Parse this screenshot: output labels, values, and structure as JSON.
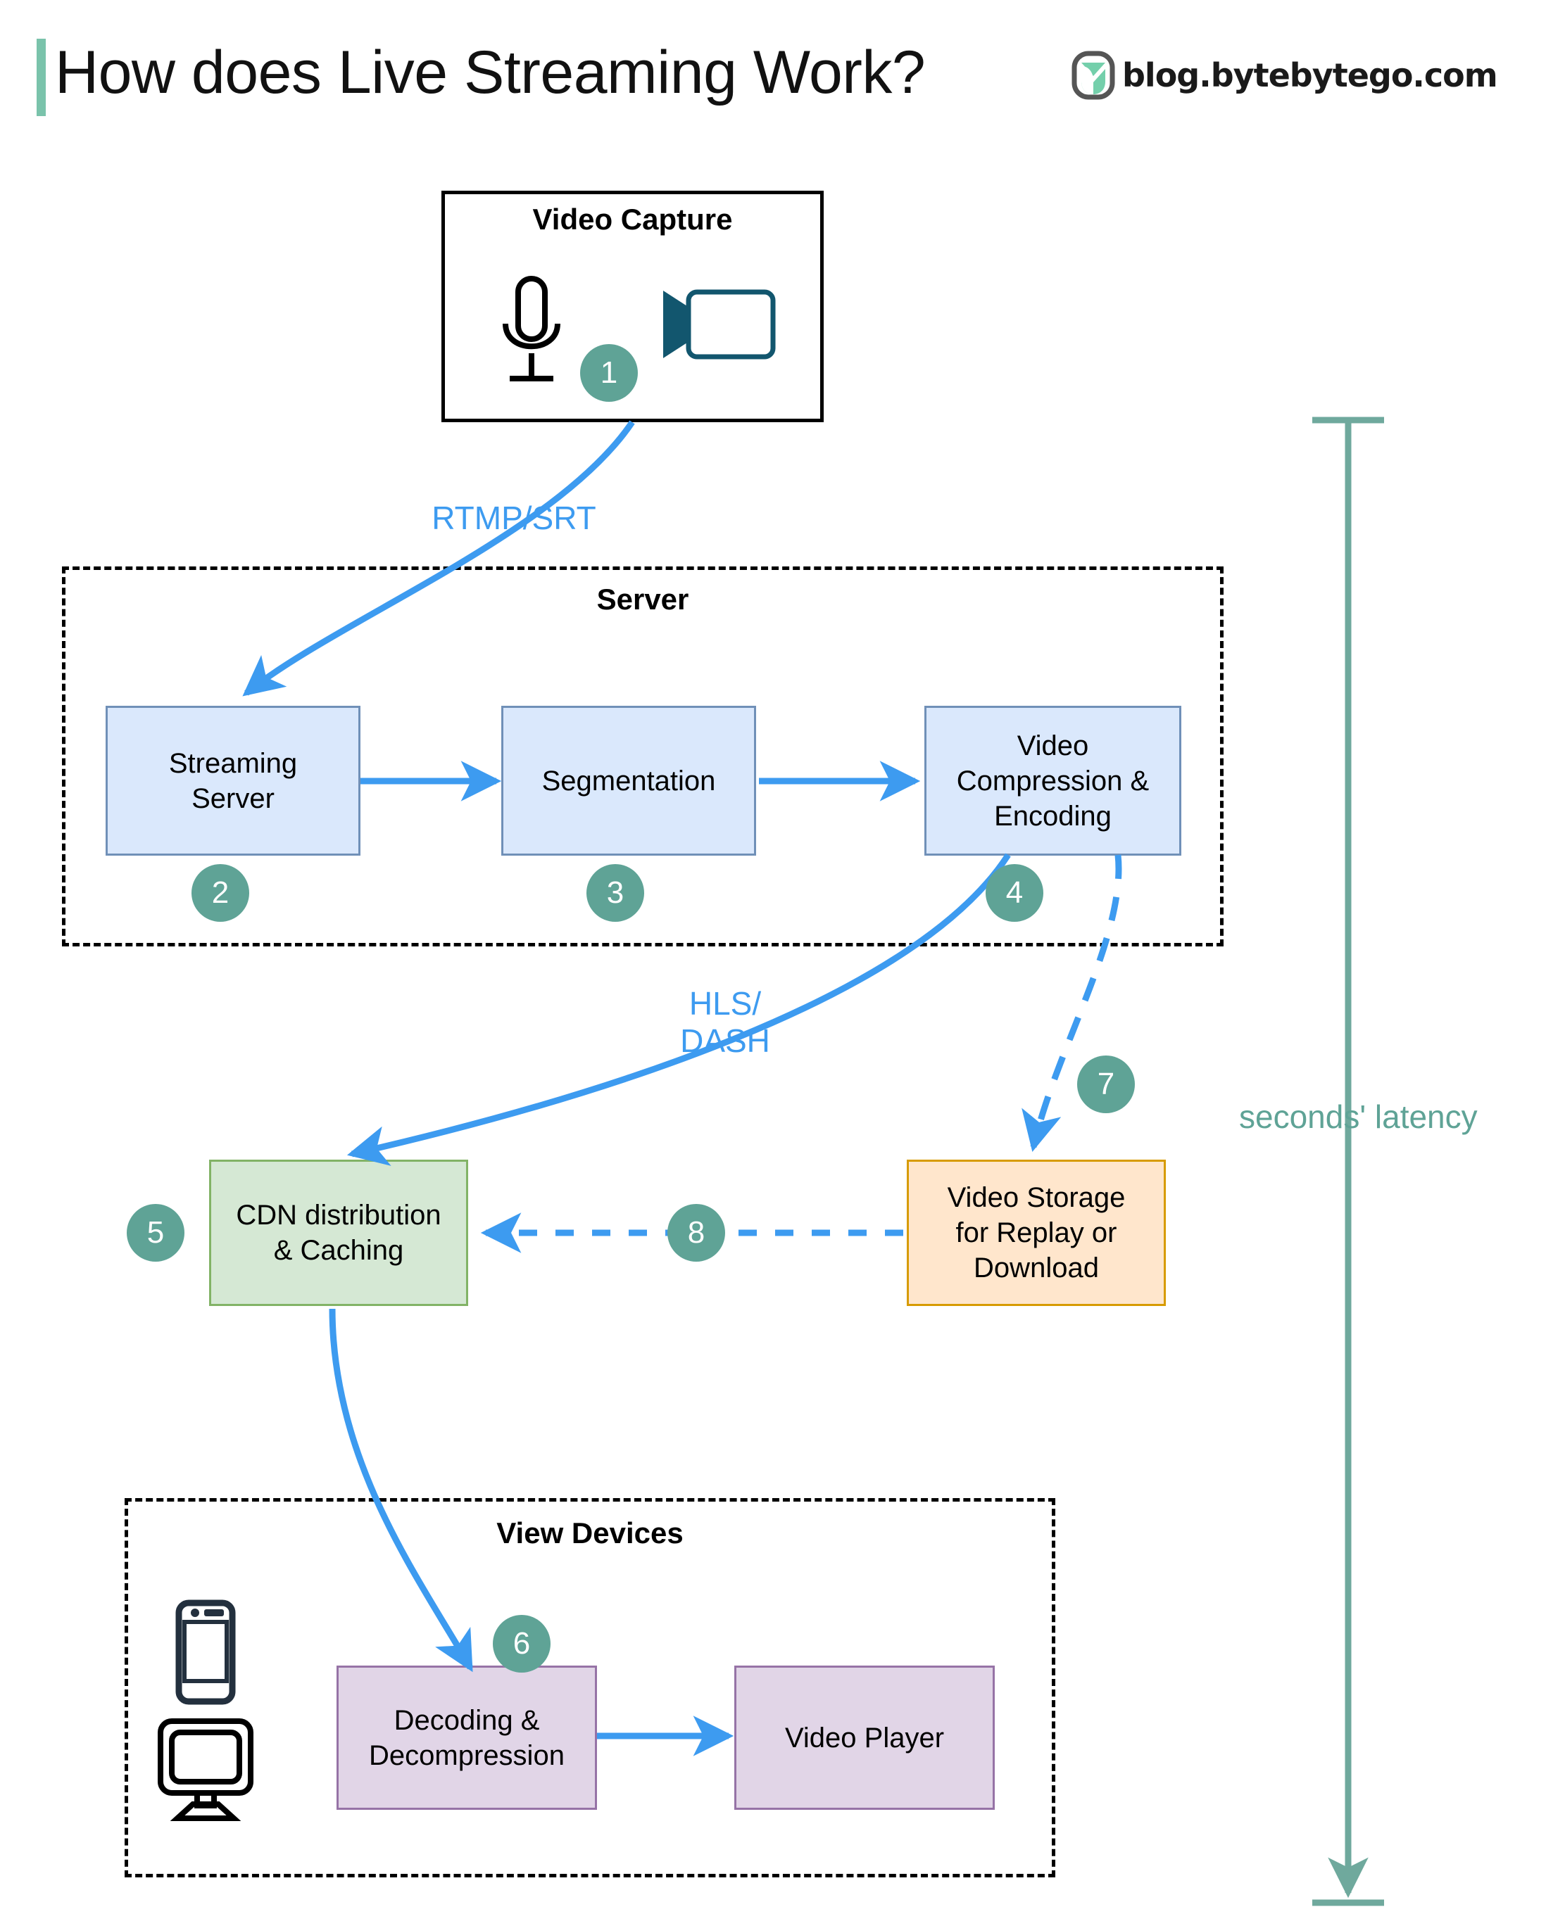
{
  "header": {
    "title": "How does Live Streaming Work?",
    "accent_color": "#7ac3ab",
    "brand_text": "blog.bytebytego.com",
    "logo_icon": "bytebytego-logo-icon"
  },
  "colors": {
    "blue_fill": "#dae8fc",
    "blue_stroke": "#7090b8",
    "green_fill": "#d5e8d4",
    "green_stroke": "#82b366",
    "orange_fill": "#ffe6cc",
    "orange_stroke": "#d79b00",
    "purple_fill": "#e1d5e7",
    "purple_stroke": "#9673a6",
    "arrow_blue": "#3d9bf0",
    "badge_green": "#5fa396",
    "latency_green": "#5fa396"
  },
  "groups": {
    "video_capture": {
      "title": "Video Capture",
      "style": "solid-black"
    },
    "server": {
      "title": "Server",
      "style": "dashed-black"
    },
    "view_devices": {
      "title": "View Devices",
      "style": "dashed-black"
    }
  },
  "nodes": [
    {
      "id": "streaming-server",
      "label": "Streaming\nServer",
      "color": "blue"
    },
    {
      "id": "segmentation",
      "label": "Segmentation",
      "color": "blue"
    },
    {
      "id": "video-compression",
      "label": "Video\nCompression &\nEncoding",
      "color": "blue"
    },
    {
      "id": "cdn-distribution",
      "label": "CDN distribution\n& Caching",
      "color": "green"
    },
    {
      "id": "video-storage",
      "label": "Video Storage\nfor Replay or\nDownload",
      "color": "orange"
    },
    {
      "id": "decoding",
      "label": "Decoding &\nDecompression",
      "color": "purple"
    },
    {
      "id": "video-player",
      "label": "Video Player",
      "color": "purple"
    }
  ],
  "badges": [
    {
      "n": "1"
    },
    {
      "n": "2"
    },
    {
      "n": "3"
    },
    {
      "n": "4"
    },
    {
      "n": "5"
    },
    {
      "n": "6"
    },
    {
      "n": "7"
    },
    {
      "n": "8"
    }
  ],
  "edge_labels": {
    "rtmp_srt": "RTMP/SRT",
    "hls_dash": "HLS/\nDASH"
  },
  "latency": {
    "label": "seconds' latency"
  },
  "icons": {
    "microphone": "microphone-icon",
    "camcorder": "camcorder-icon",
    "smartphone": "smartphone-icon",
    "monitor": "monitor-icon"
  }
}
